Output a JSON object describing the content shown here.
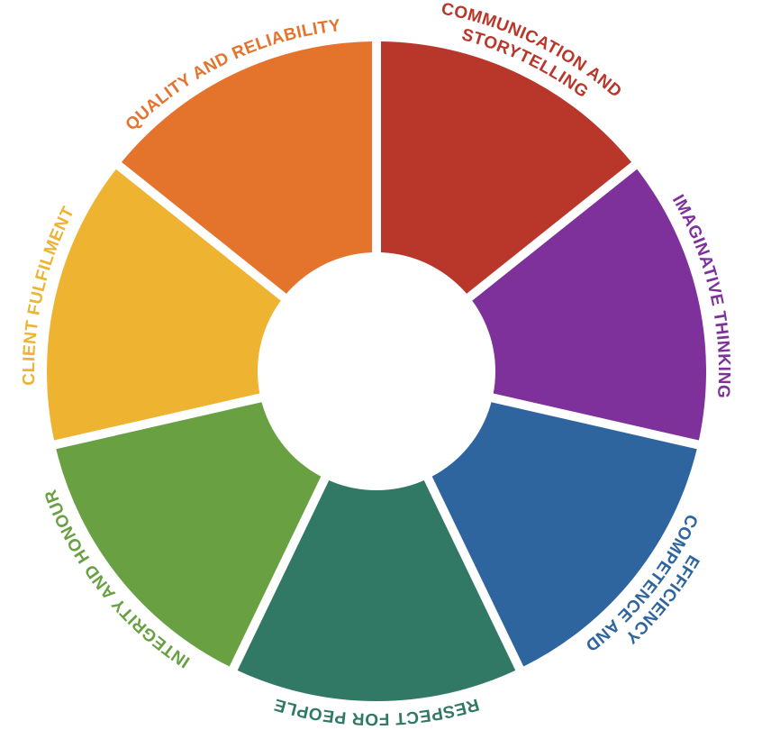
{
  "diagram": {
    "segments": [
      {
        "id": "communication",
        "lines": [
          "COMMUNICATION AND",
          "STORYTELLING"
        ],
        "color": "#B9362A"
      },
      {
        "id": "imaginative",
        "lines": [
          "IMAGINATIVE THINKING"
        ],
        "color": "#7E309B"
      },
      {
        "id": "competence",
        "lines": [
          "COMPETENCE AND",
          "EFFICIENCY"
        ],
        "color": "#2E659F"
      },
      {
        "id": "respect",
        "lines": [
          "RESPECT FOR PEOPLE"
        ],
        "color": "#317865"
      },
      {
        "id": "integrity",
        "lines": [
          "INTEGRITY AND HONOUR"
        ],
        "color": "#68A042"
      },
      {
        "id": "client",
        "lines": [
          "CLIENT FULFILMENT"
        ],
        "color": "#EEB331"
      },
      {
        "id": "quality",
        "lines": [
          "QUALITY AND RELIABILITY"
        ],
        "color": "#E4732C"
      }
    ]
  }
}
